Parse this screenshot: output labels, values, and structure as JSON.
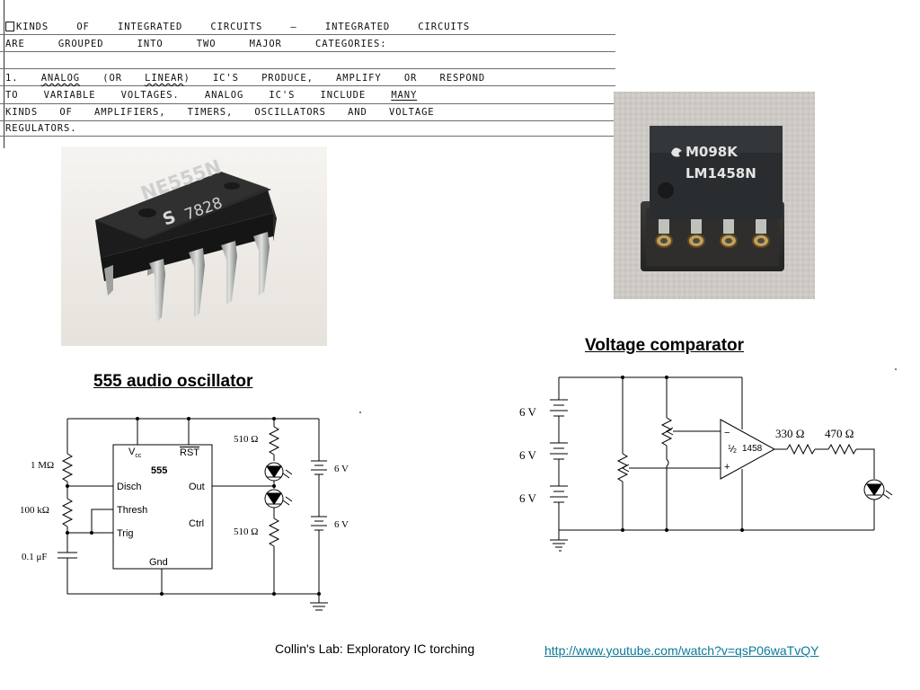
{
  "note": {
    "lines": [
      "KINDS OF INTEGRATED CIRCUITS — INTEGRATED CIRCUITS",
      "ARE GROUPED INTO TWO MAJOR CATEGORIES:",
      "",
      "TO VARIABLE VOLTAGES. ANALOG IC'S INCLUDE",
      "KINDS OF AMPLIFIERS, TIMERS, OSCILLATORS AND VOLTAGE",
      "REGULATORS."
    ],
    "item1": {
      "number": "1.",
      "analog": "ANALOG",
      "open": "(OR",
      "linear": "LINEAR",
      "rest": ") IC'S PRODUCE, AMPLIFY OR RESPOND"
    },
    "many": "MANY"
  },
  "photos": {
    "chip_555": {
      "marking1": "NE555N",
      "logo": "S",
      "marking2": "7828"
    },
    "chip_1458": {
      "marking1": "M098K",
      "marking2": "LM1458N"
    }
  },
  "captions": {
    "oscillator": "555 audio oscillator",
    "comparator": "Voltage comparator"
  },
  "oscillator": {
    "r1": "1 MΩ",
    "r2": "100 kΩ",
    "c1": "0.1 μF",
    "chip": "555",
    "vcc": "V",
    "vcc_sub": "cc",
    "rst": "RST",
    "disch": "Disch",
    "thresh": "Thresh",
    "trig": "Trig",
    "out": "Out",
    "ctrl": "Ctrl",
    "gnd": "Gnd",
    "r3": "510 Ω",
    "r4": "510 Ω",
    "v1": "6 V",
    "v2": "6 V"
  },
  "comparator": {
    "v1": "6 V",
    "v2": "6 V",
    "v3": "6 V",
    "r1": "330 Ω",
    "r2": "470 Ω",
    "opamp_frac_num": "1",
    "opamp_frac_den": "2",
    "opamp": "1458",
    "minus": "−",
    "plus": "+"
  },
  "footer": {
    "text": "Collin's Lab: Exploratory IC torching",
    "link": "http://www.youtube.com/watch?v=qsP06waTvQY"
  }
}
